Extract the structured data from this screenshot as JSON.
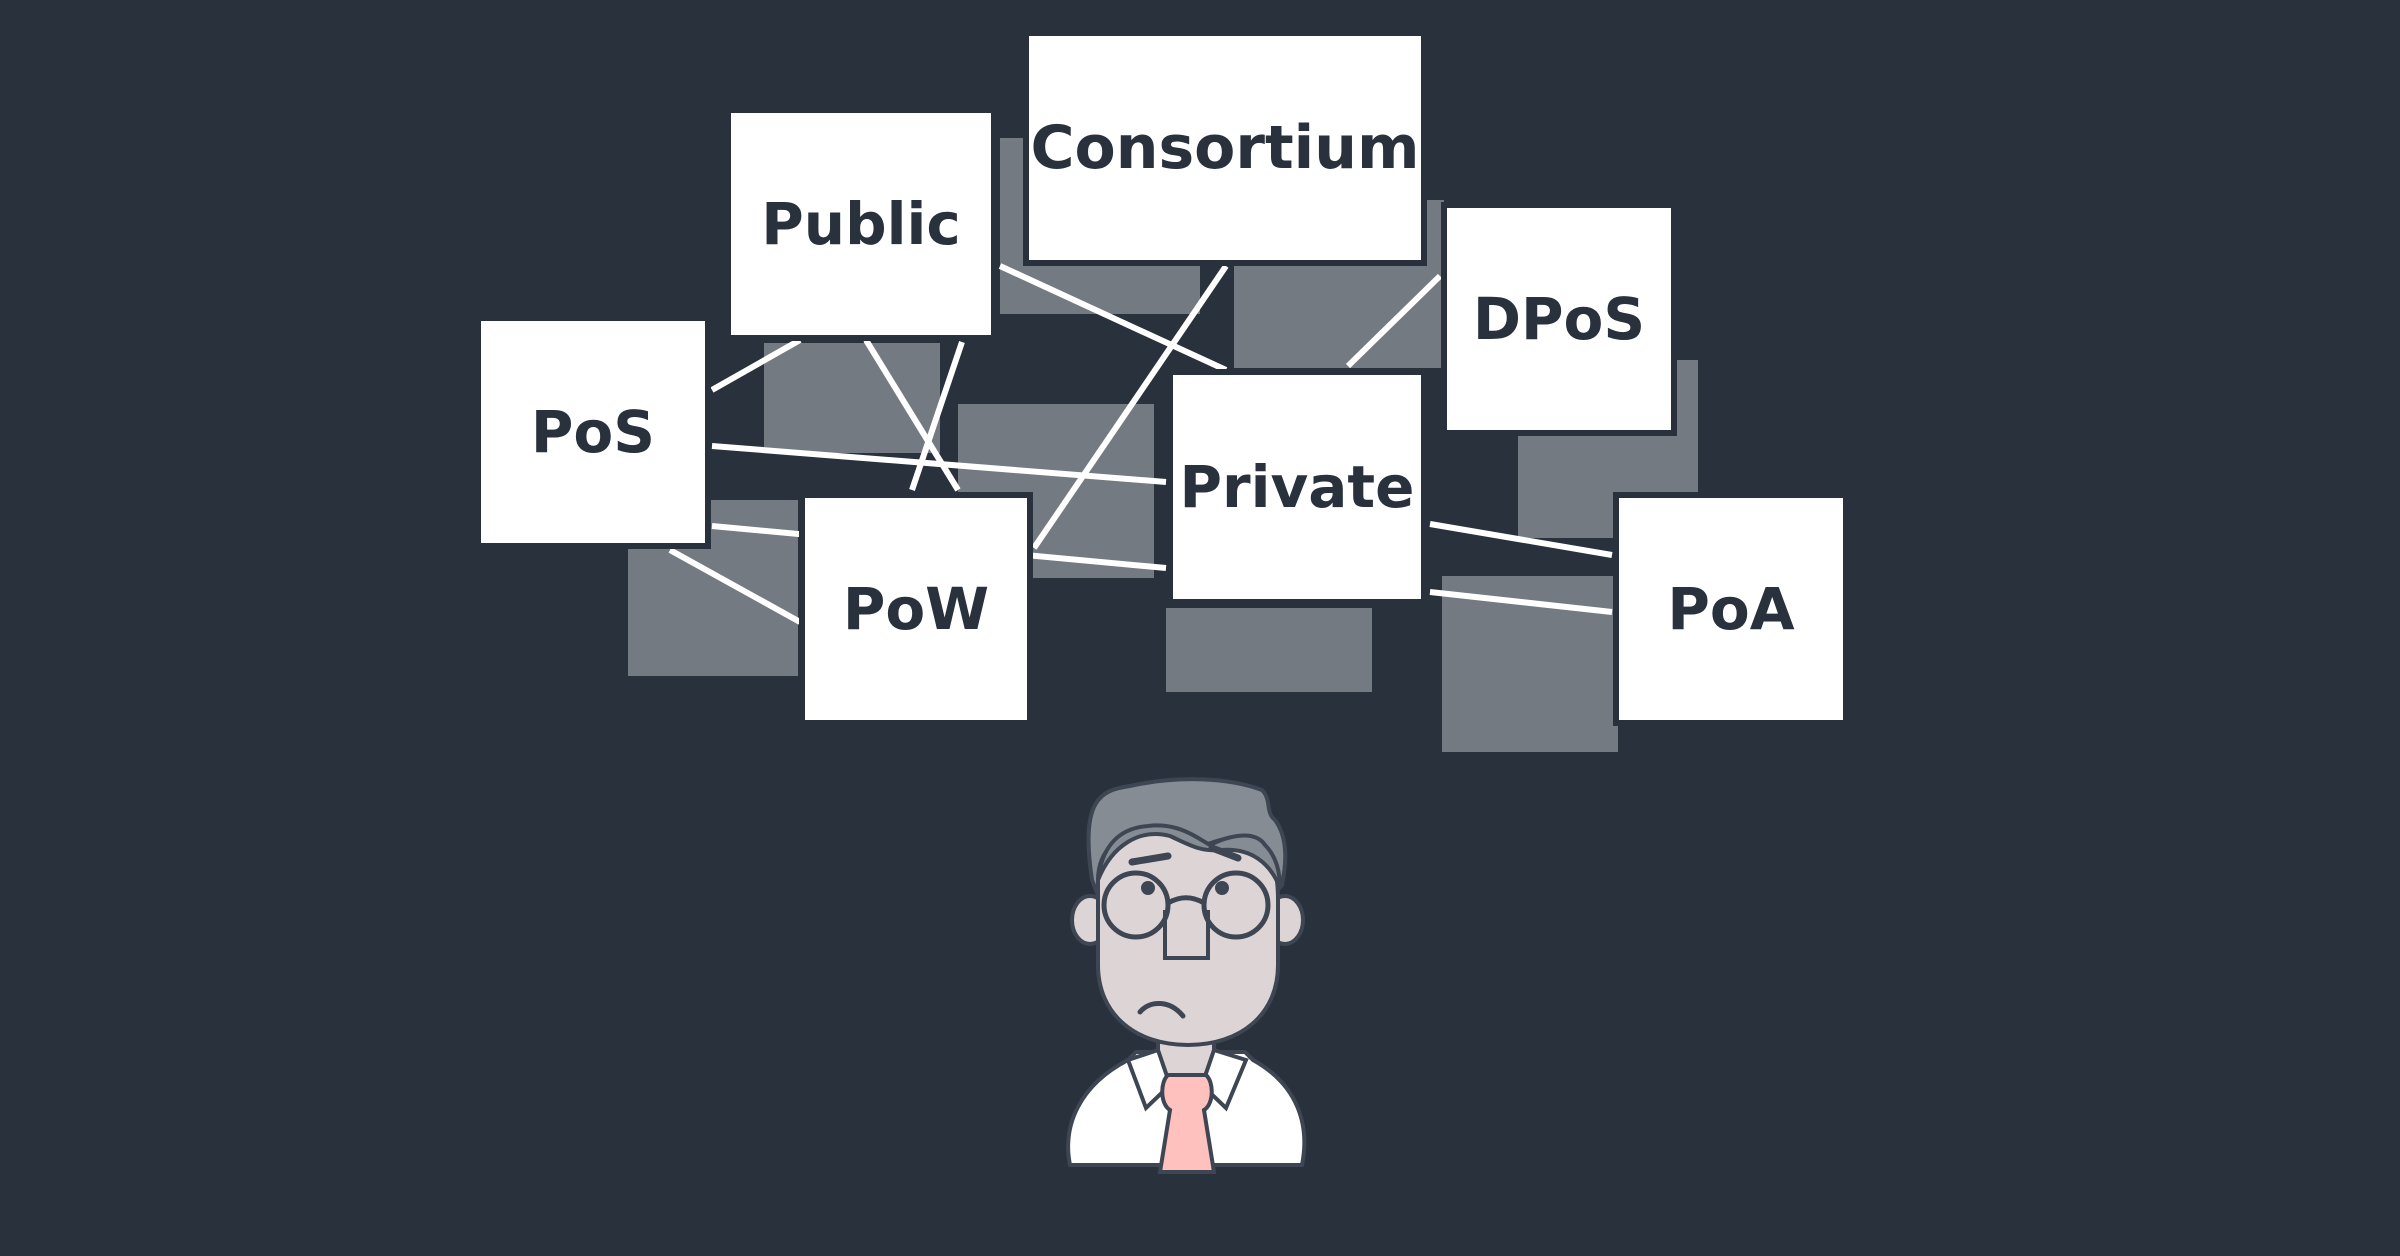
{
  "colors": {
    "background": "#28313c",
    "box": "#ffffff",
    "shadow": "#737a82",
    "text": "#28313c",
    "line": "#ffffff",
    "hair": "#858c94",
    "skin": "#ddd4d6",
    "tie": "#ffc1bd",
    "outline": "#3d4652"
  },
  "nodes": [
    {
      "id": "consortium",
      "label": "Consortium"
    },
    {
      "id": "public",
      "label": "Public"
    },
    {
      "id": "dpos",
      "label": "DPoS"
    },
    {
      "id": "pos",
      "label": "PoS"
    },
    {
      "id": "private",
      "label": "Private"
    },
    {
      "id": "pow",
      "label": "PoW"
    },
    {
      "id": "poa",
      "label": "PoA"
    }
  ],
  "edges": [
    {
      "from": "pos",
      "to": "public"
    },
    {
      "from": "pos",
      "to": "private"
    },
    {
      "from": "pos",
      "to": "pow"
    },
    {
      "from": "public",
      "to": "private"
    },
    {
      "from": "public",
      "to": "pow"
    },
    {
      "from": "consortium",
      "to": "pow"
    },
    {
      "from": "private",
      "to": "dpos"
    },
    {
      "from": "private",
      "to": "poa"
    },
    {
      "from": "pow",
      "to": "poa"
    }
  ],
  "character": {
    "expression": "confused",
    "icon": "confused-person-icon"
  }
}
